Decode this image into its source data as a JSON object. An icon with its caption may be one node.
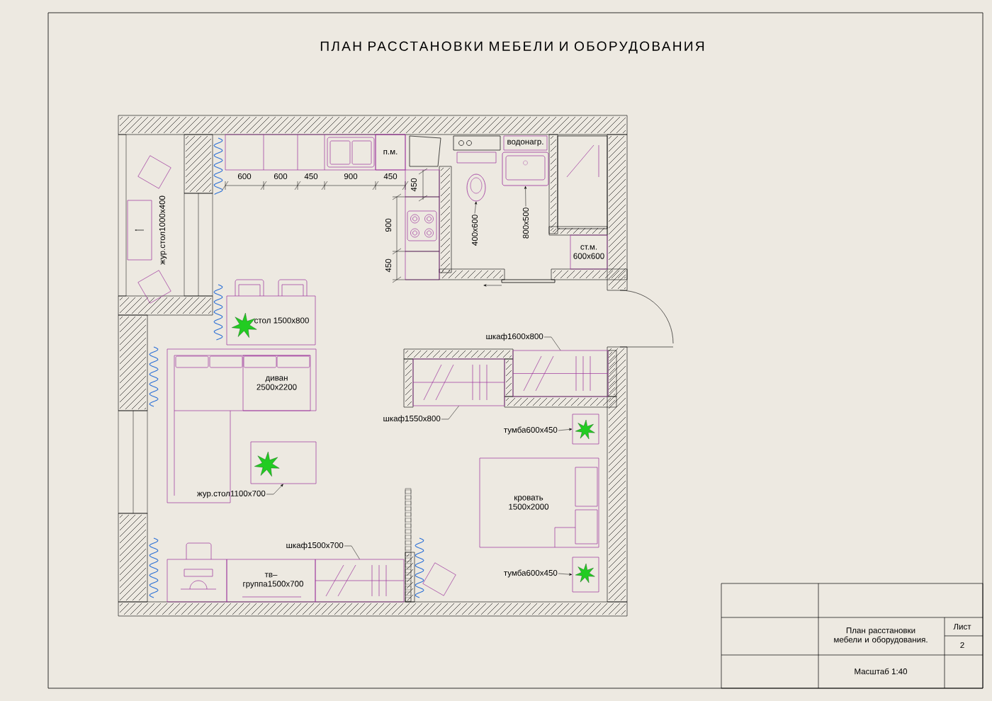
{
  "diagram": {
    "title": "ПЛАН РАССТАНОВКИ МЕБЕЛИ И ОБОРУДОВАНИЯ",
    "nodes": [
      {
        "text": [
          "п.м."
        ]
      },
      {
        "text": [
          "водонагр."
        ]
      },
      {
        "text": [
          "ст.м. 600x600"
        ]
      },
      {
        "text": [
          "стол 1500x800"
        ]
      },
      {
        "text": [
          "диван 2500x2200"
        ]
      },
      {
        "text": [
          "кровать 1500x2000"
        ]
      },
      {
        "text": [
          "тв–группа1500x700"
        ]
      },
      {
        "text": [
          "шкаф1600x800"
        ]
      },
      {
        "text": [],
        "shape": "box"
      },
      {
        "text": [
          "шкаф1550x800"
        ]
      },
      {
        "text": [],
        "shape": "box"
      },
      {
        "text": [
          "тумба600x450"
        ]
      },
      {
        "text": [],
        "shape": "box"
      },
      {
        "text": [
          "тумба600x450"
        ]
      },
      {
        "text": [],
        "shape": "box"
      },
      {
        "text": [
          "жур.стол1100x700"
        ]
      },
      {
        "text": [],
        "shape": "box"
      },
      {
        "text": [
          "шкаф1500x700"
        ]
      },
      {
        "text": [],
        "shape": "box"
      },
      {
        "text": [
          "400x600"
        ]
      },
      {
        "text": [],
        "shape": "picture"
      },
      {
        "text": [
          "800x500"
        ]
      },
      {
        "text": [],
        "shape": "picture"
      },
      {
        "text": [],
        "shape": "picture"
      },
      {
        "text": [],
        "shape": "picture"
      },
      {
        "text": [],
        "shape": "box"
      }
    ],
    "edges": [
      {
        "from": 7,
        "to": 8,
        "arrow": "none"
      },
      {
        "from": 9,
        "to": 10,
        "arrow": "none"
      },
      {
        "from": 11,
        "to": 12,
        "arrow": "to"
      },
      {
        "from": 13,
        "to": 14,
        "arrow": "to"
      },
      {
        "from": 15,
        "to": 16,
        "arrow": "to"
      },
      {
        "from": 17,
        "to": 18,
        "arrow": "none"
      },
      {
        "from": 19,
        "to": 20,
        "arrow": "to"
      },
      {
        "from": 21,
        "to": 22,
        "arrow": "to"
      }
    ],
    "labels": [
      "600",
      "600",
      "450",
      "900",
      "450",
      "450",
      "жур.стол1000x400",
      "900",
      "450",
      "План расстановки мебели и оборудования.",
      "Лист",
      "2",
      "Масштаб 1:40"
    ]
  }
}
